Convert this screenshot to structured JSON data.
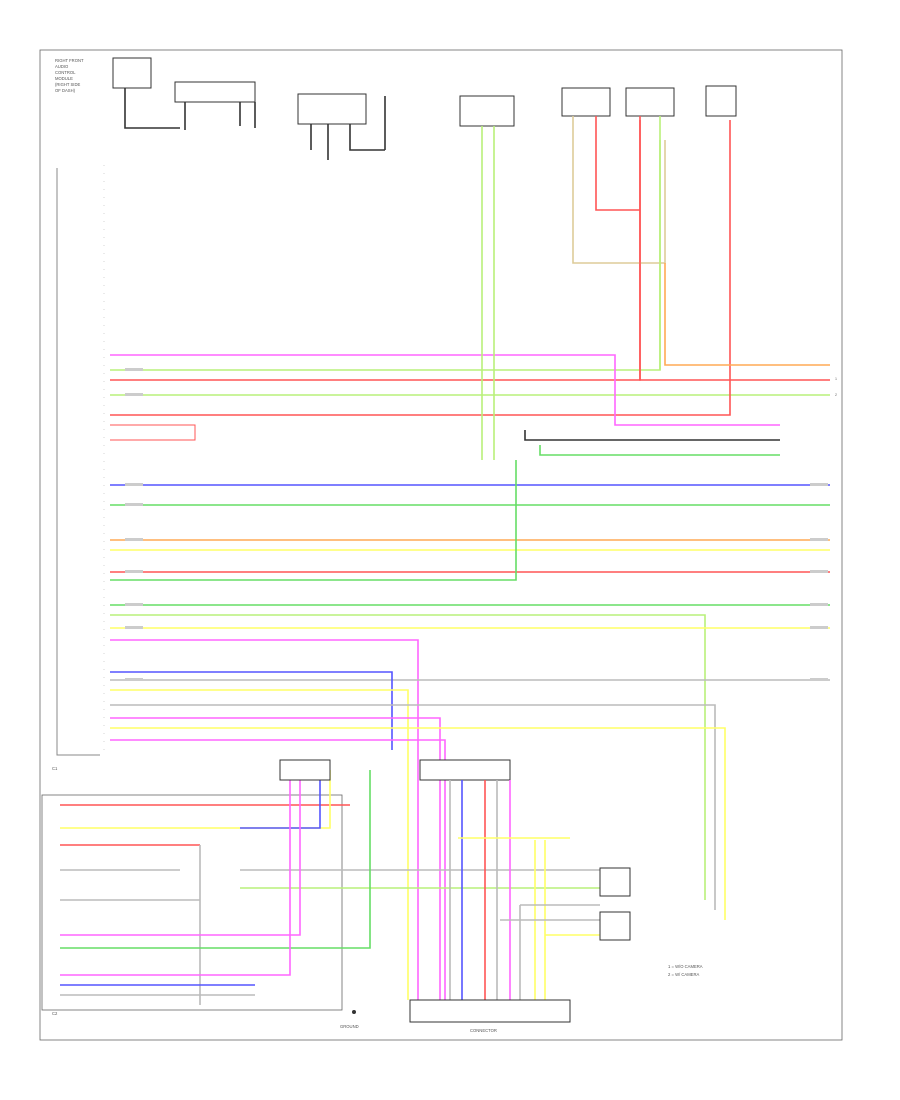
{
  "colors": {
    "blu": "#5555ff",
    "grn": "#66dd66",
    "lt_grn": "#b9f07a",
    "red": "#ff5555",
    "pnk": "#ff66ff",
    "yel": "#ffff66",
    "tan": "#ddcc99",
    "org": "#ffaa55",
    "vio": "#cc66ff",
    "gry": "#999999",
    "blk": "#333333",
    "pin_red": "#ffaaaa",
    "wht": "#bbbbbb"
  },
  "labels": {
    "left_components": [
      "RIGHT FRONT",
      "AUDIO",
      "CONTROL",
      "MODULE",
      "(RIGHT SIDE",
      "OF DASH)"
    ],
    "left_connectors": [
      "C1",
      "C2"
    ],
    "right_outputs": [
      "1",
      "2"
    ],
    "bottom_box": "CONNECTOR",
    "legend": [
      "1 = W/O CAMERA",
      "2 = W/ CAMERA"
    ],
    "ground": "GROUND"
  }
}
